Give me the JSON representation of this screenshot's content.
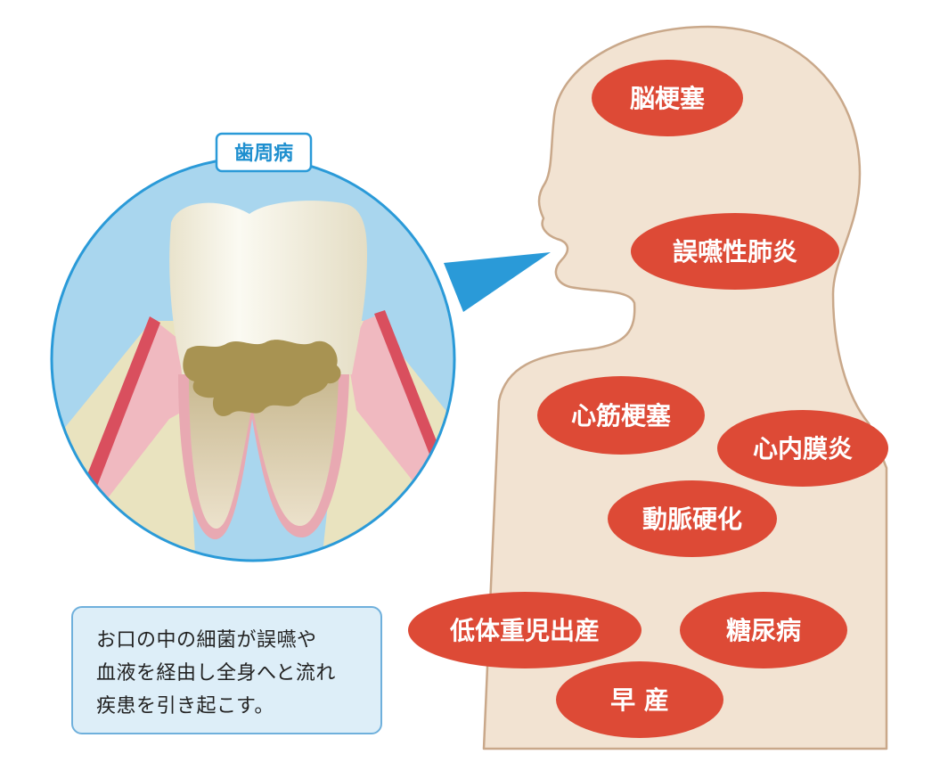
{
  "badge": {
    "label": "歯周病"
  },
  "diseases": [
    {
      "id": "stroke",
      "label": "脳梗塞"
    },
    {
      "id": "aspiration-pneumonia",
      "label": "誤嚥性肺炎"
    },
    {
      "id": "myocardial-infarction",
      "label": "心筋梗塞"
    },
    {
      "id": "endocarditis",
      "label": "心内膜炎"
    },
    {
      "id": "arteriosclerosis",
      "label": "動脈硬化"
    },
    {
      "id": "low-birth-weight",
      "label": "低体重児出産"
    },
    {
      "id": "diabetes",
      "label": "糖尿病"
    },
    {
      "id": "preterm-birth",
      "label": "早 産"
    }
  ],
  "note": {
    "lines": [
      "お口の中の細菌が誤嚥や",
      "血液を経由し全身へと流れ",
      "疾患を引き起こす。"
    ]
  },
  "colors": {
    "pill": "#dd4a36",
    "body": "#f2e3d2",
    "body_outline": "#c9a88a",
    "circle_bg": "#a9d6ee",
    "circle_border": "#2a9ad8",
    "gum": "#f0b9c0",
    "gum_edge": "#d94f5e",
    "bone": "#e9e3bf",
    "tooth": "#f7f4e6",
    "tartar": "#a89352",
    "note_bg": "#ddeef8"
  }
}
